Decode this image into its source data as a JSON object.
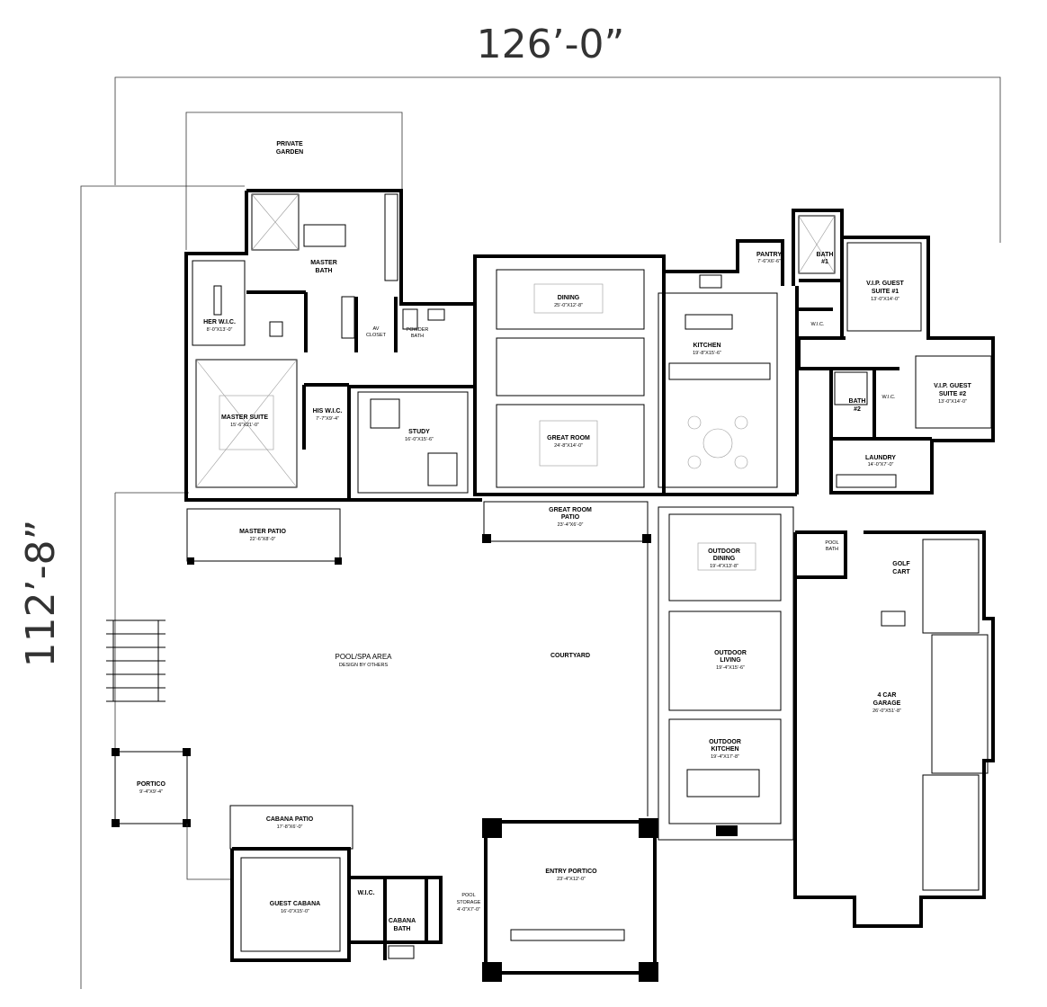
{
  "dimensions": {
    "width": "126’-0”",
    "depth": "112’-8”"
  },
  "rooms": {
    "private_garden": [
      "PRIVATE",
      "GARDEN"
    ],
    "master_bath": [
      "MASTER",
      "BATH"
    ],
    "her_wic": {
      "name": "HER W.I.C.",
      "size": "8’-0”X13’-0”"
    },
    "av_closet": [
      "AV",
      "CLOSET"
    ],
    "powder_bath": [
      "POWDER",
      "BATH"
    ],
    "master_suite": {
      "name": "MASTER SUITE",
      "size": "15’-6”X21’-0”"
    },
    "his_wic": {
      "name": "HIS W.I.C.",
      "size": "7’-7”X9’-4”"
    },
    "study": {
      "name": "STUDY",
      "size": "16’-0”X15’-6”"
    },
    "dining": {
      "name": "DINING",
      "size": "25’-0”X12’-8”"
    },
    "great_room": {
      "name": "GREAT ROOM",
      "size": "24’-8”X14’-0”"
    },
    "kitchen": {
      "name": "KITCHEN",
      "size": "19’-8”X15’-6”"
    },
    "pantry": {
      "name": "PANTRY",
      "size": "7’-6”X6’-6”"
    },
    "bath1": [
      "BATH",
      "#1"
    ],
    "wic1": "W.I.C.",
    "vip_suite1": {
      "name": [
        "V.I.P. GUEST",
        "SUITE #1"
      ],
      "size": "13’-0”X14’-0”"
    },
    "vip_suite2": {
      "name": [
        "V.I.P. GUEST",
        "SUITE #2"
      ],
      "size": "13’-0”X14’-0”"
    },
    "bath2": [
      "BATH",
      "#2"
    ],
    "wic2": "W.I.C.",
    "laundry": {
      "name": "LAUNDRY",
      "size": "14’-0”X7’-0”"
    },
    "master_patio": {
      "name": "MASTER PATIO",
      "size": "22’-6”X8’-0”"
    },
    "great_room_patio": {
      "name": [
        "GREAT ROOM",
        "PATIO"
      ],
      "size": "23’-4”X6’-0”"
    },
    "pool_bath": [
      "POOL",
      "BATH"
    ],
    "golf_cart": [
      "GOLF",
      "CART"
    ],
    "outdoor_dining": {
      "name": [
        "OUTDOOR",
        "DINING"
      ],
      "size": "19’-4”X13’-8”"
    },
    "outdoor_living": {
      "name": [
        "OUTDOOR",
        "LIVING"
      ],
      "size": "19’-4”X15’-6”"
    },
    "outdoor_kitchen": {
      "name": [
        "OUTDOOR",
        "KITCHEN"
      ],
      "size": "19’-4”X17’-8”"
    },
    "pool_spa": {
      "name": "POOL/SPA AREA",
      "note": "DESIGN BY OTHERS"
    },
    "courtyard": "COURTYARD",
    "garage": {
      "name": [
        "4 CAR",
        "GARAGE"
      ],
      "size": "26’-0”X51’-8”"
    },
    "portico": {
      "name": "PORTICO",
      "size": "9’-4”X9’-4”"
    },
    "cabana_patio": {
      "name": "CABANA PATIO",
      "size": "17’-8”X6’-0”"
    },
    "guest_cabana": {
      "name": "GUEST CABANA",
      "size": "16’-0”X15’-0”"
    },
    "wic3": "W.I.C.",
    "cabana_bath": [
      "CABANA",
      "BATH"
    ],
    "pool_storage": {
      "name": [
        "POOL",
        "STORAGE"
      ],
      "size": "4’-0”X7’-0”"
    },
    "entry_portico": {
      "name": "ENTRY PORTICO",
      "size": "23’-4”X12’-0”"
    }
  }
}
